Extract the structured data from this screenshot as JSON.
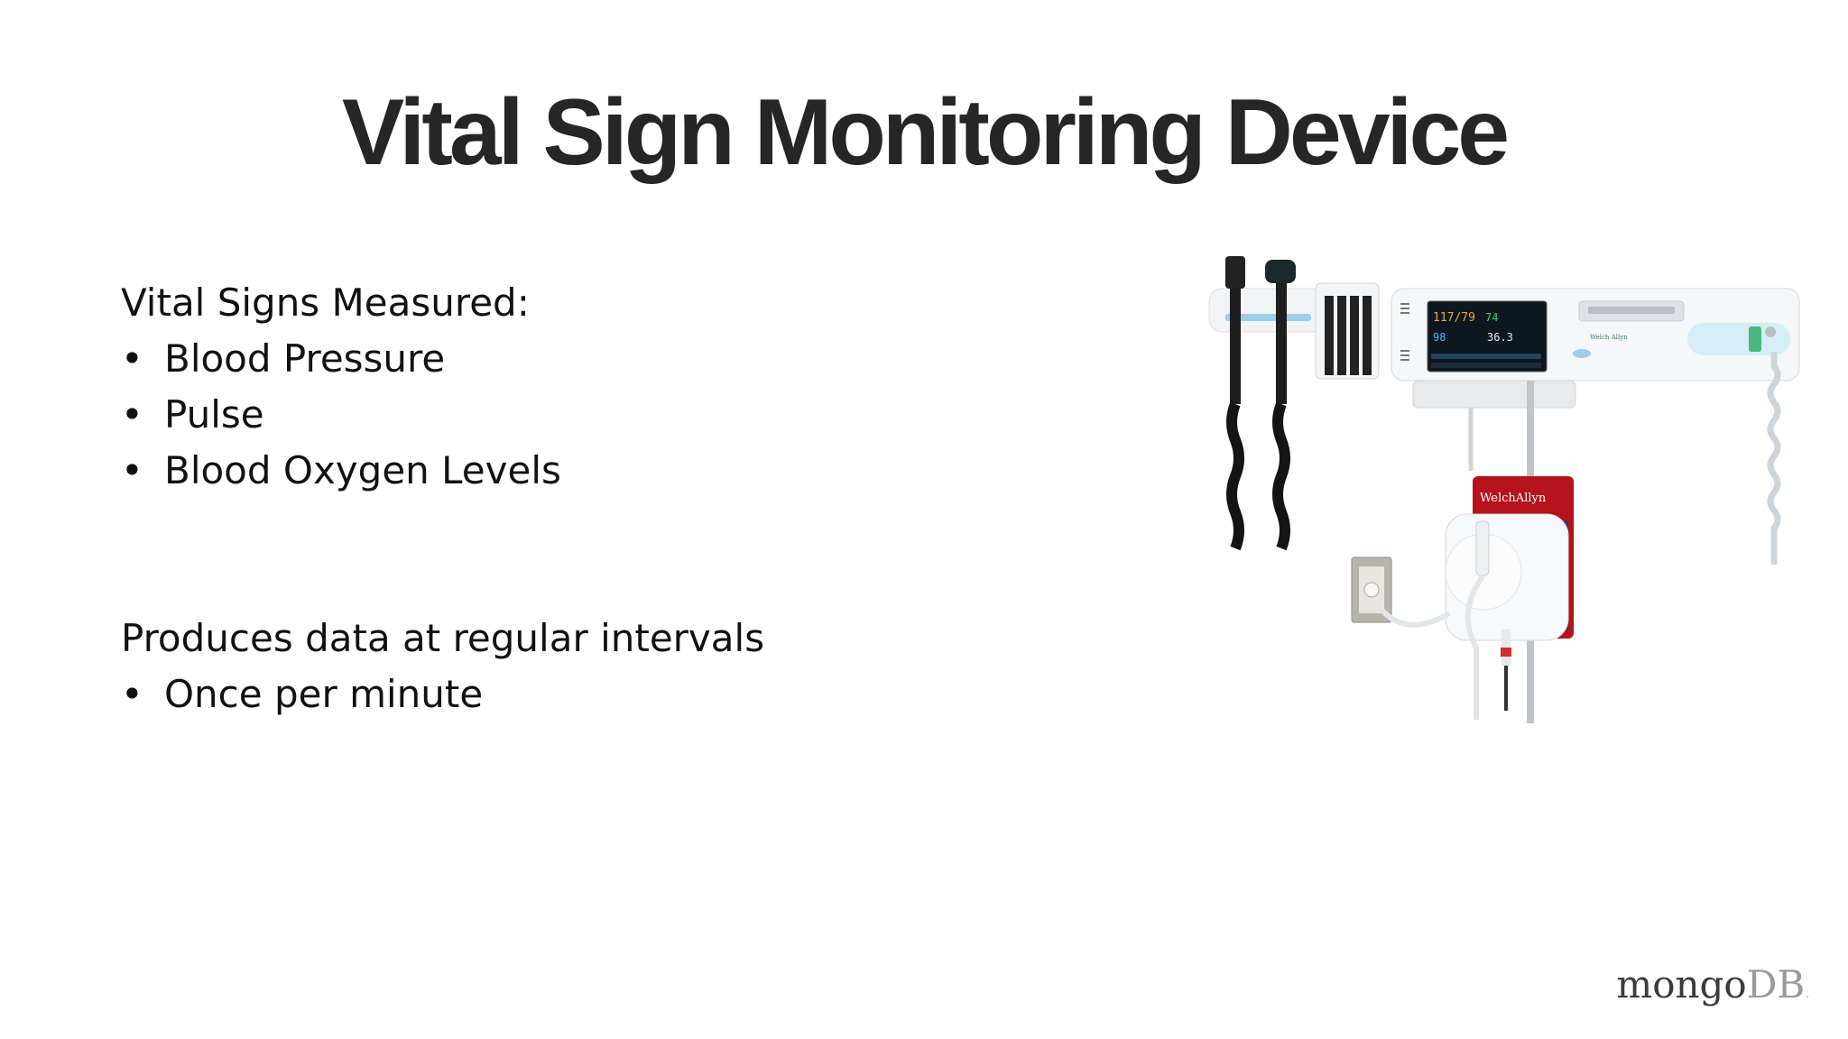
{
  "slide": {
    "title": "Vital Sign Monitoring Device",
    "section1": {
      "heading": "Vital Signs Measured:",
      "items": [
        "Blood Pressure",
        "Pulse",
        "Blood Oxygen Levels"
      ]
    },
    "section2": {
      "heading": "Produces data at regular intervals",
      "items": [
        "Once per minute"
      ]
    },
    "bullet_glyph": "•"
  },
  "device_image": {
    "screen": {
      "bp": "117/79",
      "pulse": "74",
      "spo2": "98",
      "temp": "36.3"
    },
    "brand_label": "Welch Allyn",
    "cuff_label": "WelchAllyn"
  },
  "logo": {
    "text_main": "mongo",
    "text_db": "DB",
    "text_dot": "."
  },
  "colors": {
    "title": "#262626",
    "body_text": "#111111",
    "screen_bp": "#f0a640",
    "screen_pulse": "#3fd16b",
    "screen_spo2": "#5ab2f0",
    "cuff_red": "#b5121b",
    "logo_db": "#9a9a9a"
  }
}
